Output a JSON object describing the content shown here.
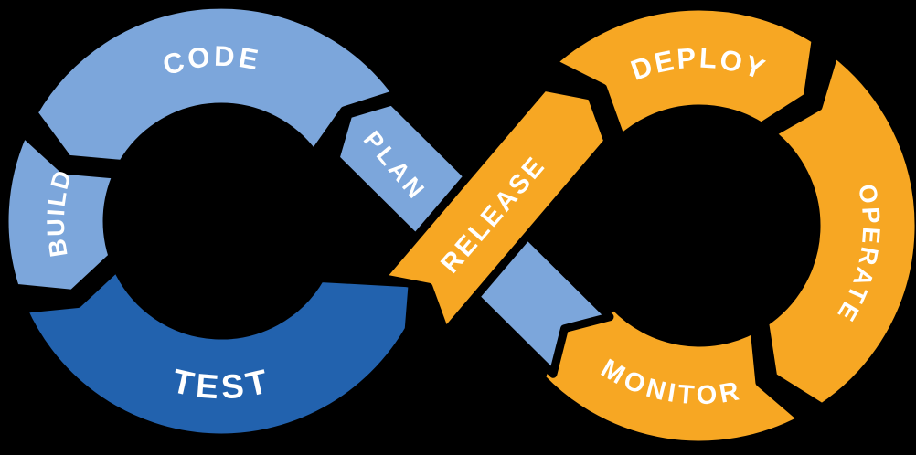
{
  "diagram": {
    "type": "devops-infinity-loop",
    "background": "#000000",
    "text_color": "#FFFFFF",
    "colors": {
      "light_blue": "#7CA6DB",
      "dark_blue": "#2262AE",
      "orange": "#F7A723",
      "outline": "#000000"
    },
    "segments": [
      {
        "id": "plan",
        "label": "PLAN",
        "color": "light_blue"
      },
      {
        "id": "code",
        "label": "CODE",
        "color": "light_blue"
      },
      {
        "id": "build",
        "label": "BUILD",
        "color": "light_blue"
      },
      {
        "id": "test",
        "label": "TEST",
        "color": "dark_blue"
      },
      {
        "id": "release",
        "label": "RELEASE",
        "color": "orange"
      },
      {
        "id": "deploy",
        "label": "DEPLOY",
        "color": "orange"
      },
      {
        "id": "operate",
        "label": "OPERATE",
        "color": "orange"
      },
      {
        "id": "monitor",
        "label": "MONITOR",
        "color": "orange"
      }
    ]
  }
}
